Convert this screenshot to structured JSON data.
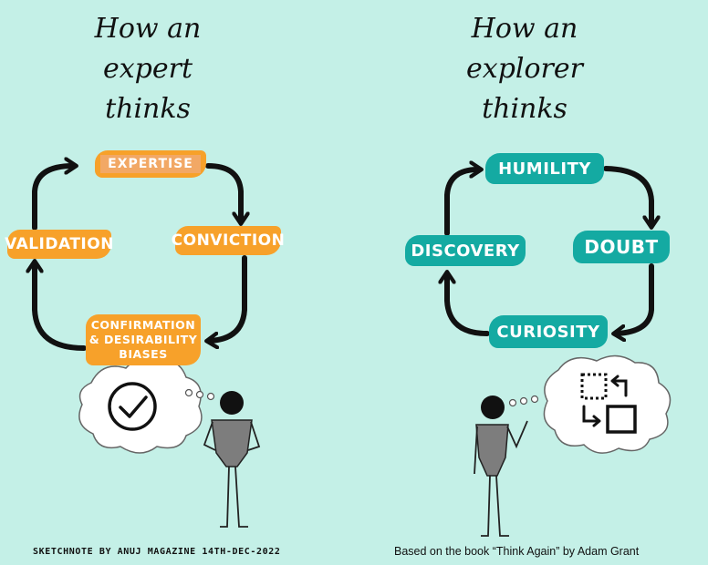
{
  "left": {
    "title_lines": [
      "How an",
      "expert",
      "thinks"
    ],
    "cycle": {
      "top": "EXPERTISE",
      "right": "CONVICTION",
      "bottom_lines": [
        "CONFIRMATION",
        "& DESIRABILITY",
        "BIASES"
      ],
      "left": "VALIDATION"
    },
    "thought_icon": "checkmark-circle-icon",
    "credit": "SKETCHNOTE BY ANUJ MAGAZINE 14TH-DEC-2022"
  },
  "right": {
    "title_lines": [
      "How an",
      "explorer",
      "thinks"
    ],
    "cycle": {
      "top": "HUMILITY",
      "right": "DOUBT",
      "bottom": "CURIOSITY",
      "left": "DISCOVERY"
    },
    "thought_icon": "transform-shapes-icon",
    "credit": "Based on the book “Think Again” by Adam Grant"
  },
  "colors": {
    "background": "#c4f0e7",
    "expert_accent": "#f7a12a",
    "explorer_accent": "#14aaa2",
    "figure_body": "#7d7d7d"
  }
}
